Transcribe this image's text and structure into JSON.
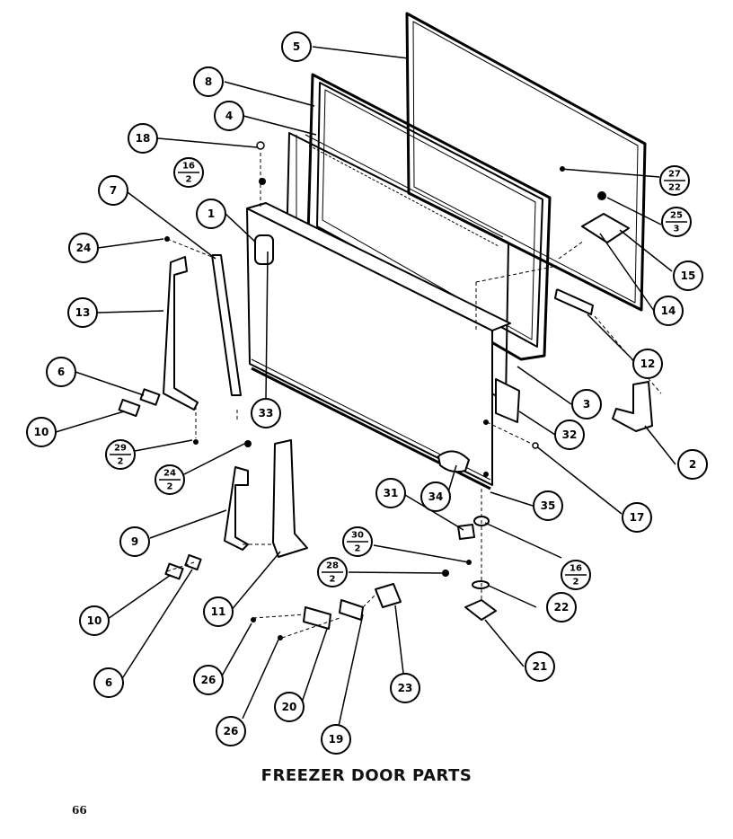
{
  "caption": "FREEZER DOOR PARTS",
  "page_number": "66",
  "callouts": {
    "c5": "5",
    "c8": "8",
    "c4": "4",
    "c18a": "18",
    "c16a_top": "16",
    "c16a_bot": "2",
    "c7": "7",
    "c1": "1",
    "c24": "24",
    "c13": "13",
    "c6a": "6",
    "c10a": "10",
    "c29_top": "29",
    "c29_bot": "2",
    "c24b_top": "24",
    "c24b_bot": "2",
    "c33": "33",
    "c27_top": "27",
    "c27_bot": "22",
    "c25_top": "25",
    "c25_bot": "3",
    "c15": "15",
    "c14": "14",
    "c12": "12",
    "c3": "3",
    "c32": "32",
    "c2": "2",
    "c17": "17",
    "c35": "35",
    "c34": "34",
    "c31": "31",
    "c30_top": "30",
    "c30_bot": "2",
    "c16b_top": "16",
    "c16b_bot": "2",
    "c28a_top": "28",
    "c28a_bot": "2",
    "c22": "22",
    "c21": "21",
    "c9": "9",
    "c10b": "10",
    "c11": "11",
    "c6b": "6",
    "c26a": "26",
    "c26b": "26",
    "c20": "20",
    "c19": "19",
    "c23": "23"
  }
}
